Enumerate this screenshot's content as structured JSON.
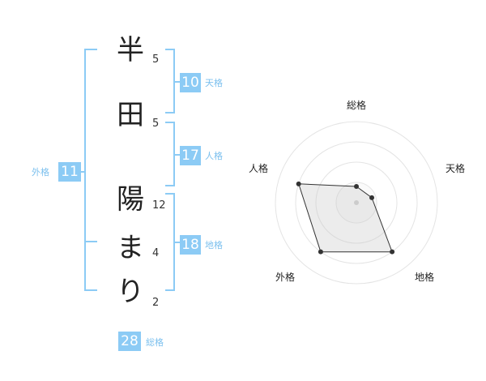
{
  "characters": [
    {
      "char": "半",
      "strokes": "5"
    },
    {
      "char": "田",
      "strokes": "5"
    },
    {
      "char": "陽",
      "strokes": "12"
    },
    {
      "char": "ま",
      "strokes": "4"
    },
    {
      "char": "り",
      "strokes": "2"
    }
  ],
  "fortune": {
    "tenkaku": {
      "value": "10",
      "label": "天格"
    },
    "jinkaku": {
      "value": "17",
      "label": "人格"
    },
    "chikaku": {
      "value": "18",
      "label": "地格"
    },
    "gaikaku": {
      "value": "11",
      "label": "外格"
    },
    "soukaku": {
      "value": "28",
      "label": "総格"
    }
  },
  "colors": {
    "accent": "#8ccbf5",
    "label": "#7cc0ee"
  },
  "chart_data": {
    "type": "radar",
    "axes": [
      "総格",
      "天格",
      "地格",
      "外格",
      "人格"
    ],
    "levels": 4,
    "values": [
      0.2,
      0.2,
      0.75,
      0.75,
      0.75
    ]
  }
}
